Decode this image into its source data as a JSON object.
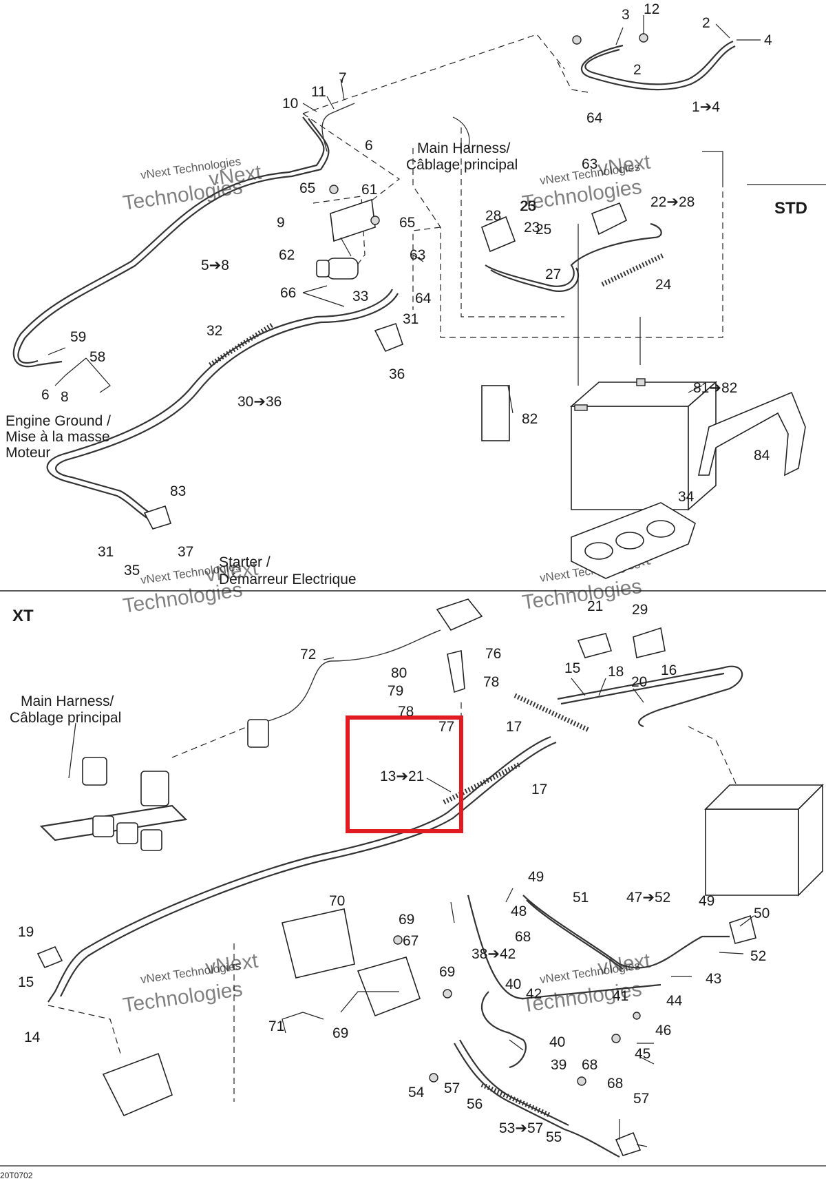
{
  "sections": {
    "std": "STD",
    "xt": "XT"
  },
  "notes": {
    "main_harness_top_line1": "Main Harness/",
    "main_harness_top_line2": "Câblage principal",
    "engine_ground_line1": "Engine Ground /",
    "engine_ground_line2": "Mise à la masse",
    "engine_ground_line3": "Moteur",
    "starter_line1": "Starter /",
    "starter_line2": "Démarreur Electrique",
    "main_harness_xt_line1": "Main Harness/",
    "main_harness_xt_line2": "Câblage principal",
    "highlight_label": "13➔21",
    "figure_code": "20T0702"
  },
  "watermark": {
    "line1": "vNext",
    "line2": "vNext Technologies",
    "line3": "Technologies"
  },
  "highlight": {
    "color": "#e11b22"
  },
  "callouts_std": [
    "3",
    "12",
    "2",
    "4",
    "2",
    "1➔4",
    "7",
    "11",
    "10",
    "6",
    "64",
    "63",
    "65",
    "61",
    "9",
    "65",
    "25",
    "23",
    "28",
    "22➔28",
    "25",
    "23",
    "62",
    "63",
    "27",
    "24",
    "66",
    "33",
    "64",
    "31",
    "36",
    "32",
    "59",
    "58",
    "5➔8",
    "6",
    "8",
    "30➔36",
    "81➔82",
    "82",
    "84",
    "34",
    "83",
    "31",
    "37",
    "35"
  ],
  "callouts_xt": [
    "21",
    "29",
    "72",
    "76",
    "80",
    "78",
    "79",
    "78",
    "77",
    "15",
    "18",
    "16",
    "20",
    "17",
    "17",
    "48",
    "49",
    "51",
    "47➔52",
    "49",
    "70",
    "69",
    "67",
    "50",
    "68",
    "52",
    "19",
    "38➔42",
    "69",
    "40",
    "43",
    "15",
    "42",
    "44",
    "41",
    "46",
    "71",
    "69",
    "40",
    "45",
    "14",
    "39",
    "68",
    "54",
    "57",
    "68",
    "57",
    "56",
    "53➔57",
    "55"
  ]
}
